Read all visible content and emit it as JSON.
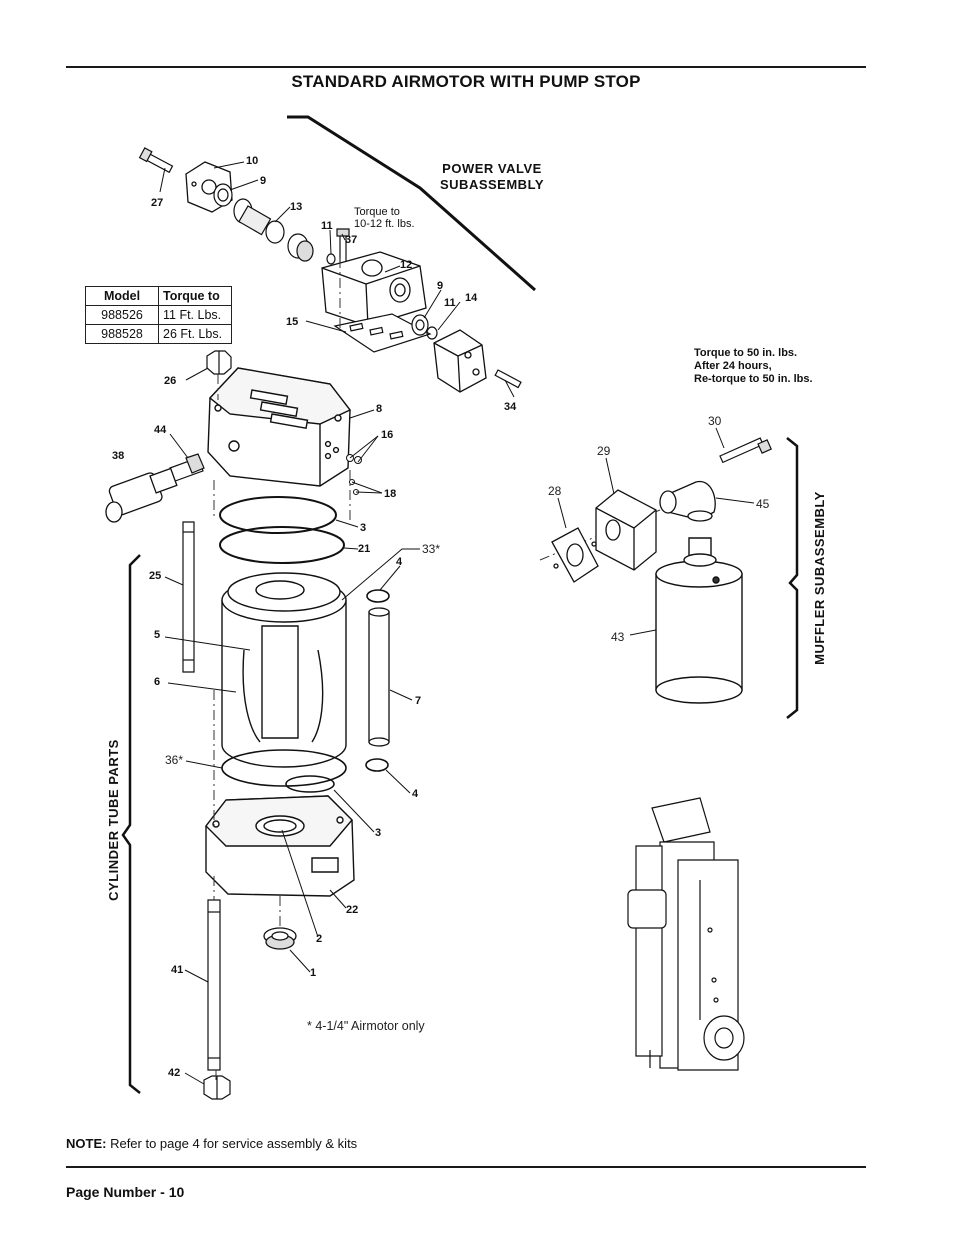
{
  "page": {
    "title": "STANDARD AIRMOTOR WITH PUMP STOP",
    "note_label": "NOTE:",
    "note_text": "Refer to page 4 for service assembly & kits",
    "page_number": "Page Number - 10"
  },
  "torque_table": {
    "headers": [
      "Model",
      "Torque to"
    ],
    "rows": [
      [
        "988526",
        "11 Ft. Lbs."
      ],
      [
        "988528",
        "26 Ft. Lbs."
      ]
    ]
  },
  "diagram": {
    "sections": {
      "power_valve_line1": "POWER VALVE",
      "power_valve_line2": "SUBASSEMBLY",
      "muffler": "MUFFLER SUBASSEMBLY",
      "cylinder": "CYLINDER TUBE PARTS"
    },
    "notes": {
      "torque_small_line1": "Torque to",
      "torque_small_line2": "10-12 ft. lbs.",
      "torque_50_line1": "Torque to 50 in. lbs.",
      "torque_50_line2": "After 24 hours,",
      "torque_50_line3": "Re-torque to 50 in. lbs.",
      "footnote": "* 4-1/4\" Airmotor only"
    },
    "callouts": {
      "c27": "27",
      "c10": "10",
      "c9a": "9",
      "c13": "13",
      "c11a": "11",
      "c37": "37",
      "c12": "12",
      "c9b": "9",
      "c11b": "11",
      "c14": "14",
      "c15": "15",
      "c34": "34",
      "c26": "26",
      "c8": "8",
      "c16": "16",
      "c18": "18",
      "c44": "44",
      "c38": "38",
      "c3a": "3",
      "c21": "21",
      "c33": "33*",
      "c4a": "4",
      "c25": "25",
      "c5": "5",
      "c6": "6",
      "c7": "7",
      "c36": "36*",
      "c4b": "4",
      "c3b": "3",
      "c22": "22",
      "c2": "2",
      "c1": "1",
      "c41": "41",
      "c42": "42",
      "c30": "30",
      "c29": "29",
      "c28": "28",
      "c45": "45",
      "c43": "43"
    }
  }
}
